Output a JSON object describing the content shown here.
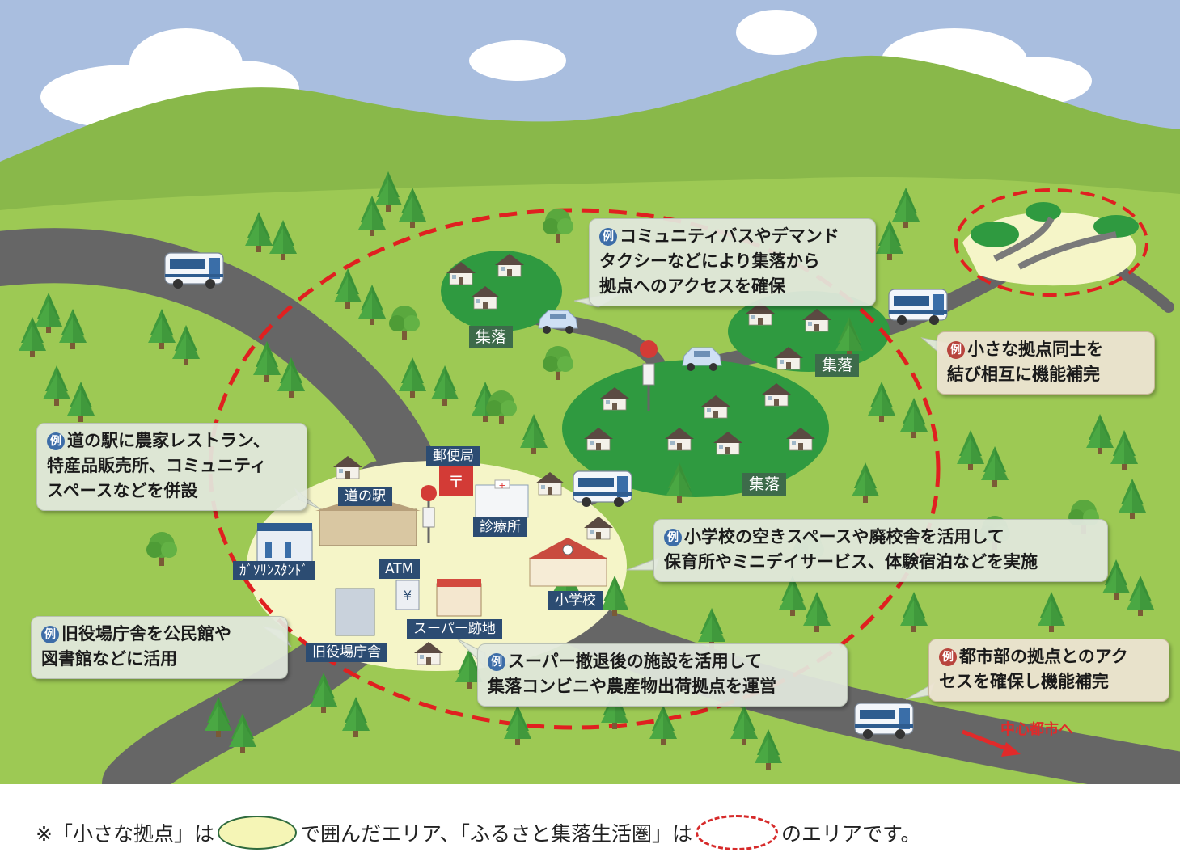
{
  "colors": {
    "sky": "#a9bedf",
    "hill": "#89b84a",
    "ground": "#9dc954",
    "road": "#666666",
    "settlement": "#2f9a40",
    "small_hub": "#f5f5c8",
    "dashed_circle": "#e02020",
    "label_green": "#3d6b4a",
    "label_navy": "#2c4c72",
    "accent_red": "#e12a2a"
  },
  "callouts": {
    "community_bus": {
      "badge": "例",
      "lines": [
        "コミュニティバスやデマンド",
        "タクシーなどにより集落から",
        "拠点へのアクセスを確保"
      ]
    },
    "hubs_mutual": {
      "badge": "例",
      "lines": [
        "小さな拠点同士を",
        "結び相互に機能補完"
      ]
    },
    "michi_no_eki": {
      "badge": "例",
      "lines": [
        "道の駅に農家レストラン、",
        "特産品販売所、コミュニティ",
        "スペースなどを併設"
      ]
    },
    "school": {
      "badge": "例",
      "lines": [
        "小学校の空きスペースや廃校舎を活用して",
        "保育所やミニデイサービス、体験宿泊などを実施"
      ]
    },
    "old_office": {
      "badge": "例",
      "lines": [
        "旧役場庁舎を公民館や",
        "図書館などに活用"
      ]
    },
    "supermarket": {
      "badge": "例",
      "lines": [
        "スーパー撤退後の施設を活用して",
        "集落コンビニや農産物出荷拠点を運営"
      ]
    },
    "city_access": {
      "badge": "例",
      "lines": [
        "都市部の拠点とのアク",
        "セスを確保し機能補完"
      ]
    }
  },
  "labels": {
    "settlement_1": "集落",
    "settlement_2": "集落",
    "settlement_3": "集落",
    "post_office": "郵便局",
    "michi_no_eki": "道の駅",
    "clinic": "診療所",
    "gas_station": "ｶﾞｿﾘﾝｽﾀﾝﾄﾞ",
    "atm": "ATM",
    "school": "小学校",
    "supermarket_site": "スーパー跡地",
    "old_office": "旧役場庁舎"
  },
  "icons": [
    "bus-icon",
    "car-icon",
    "bus-stop-icon",
    "tree-icon",
    "house-icon",
    "post-mark-icon",
    "yen-icon",
    "clock-icon"
  ],
  "toward_city": "中心都市へ",
  "footer": {
    "prefix": "※「小さな拠点」は",
    "middle": "で囲んだエリア、「ふるさと集落生活圏」は",
    "suffix": "のエリアです。"
  }
}
